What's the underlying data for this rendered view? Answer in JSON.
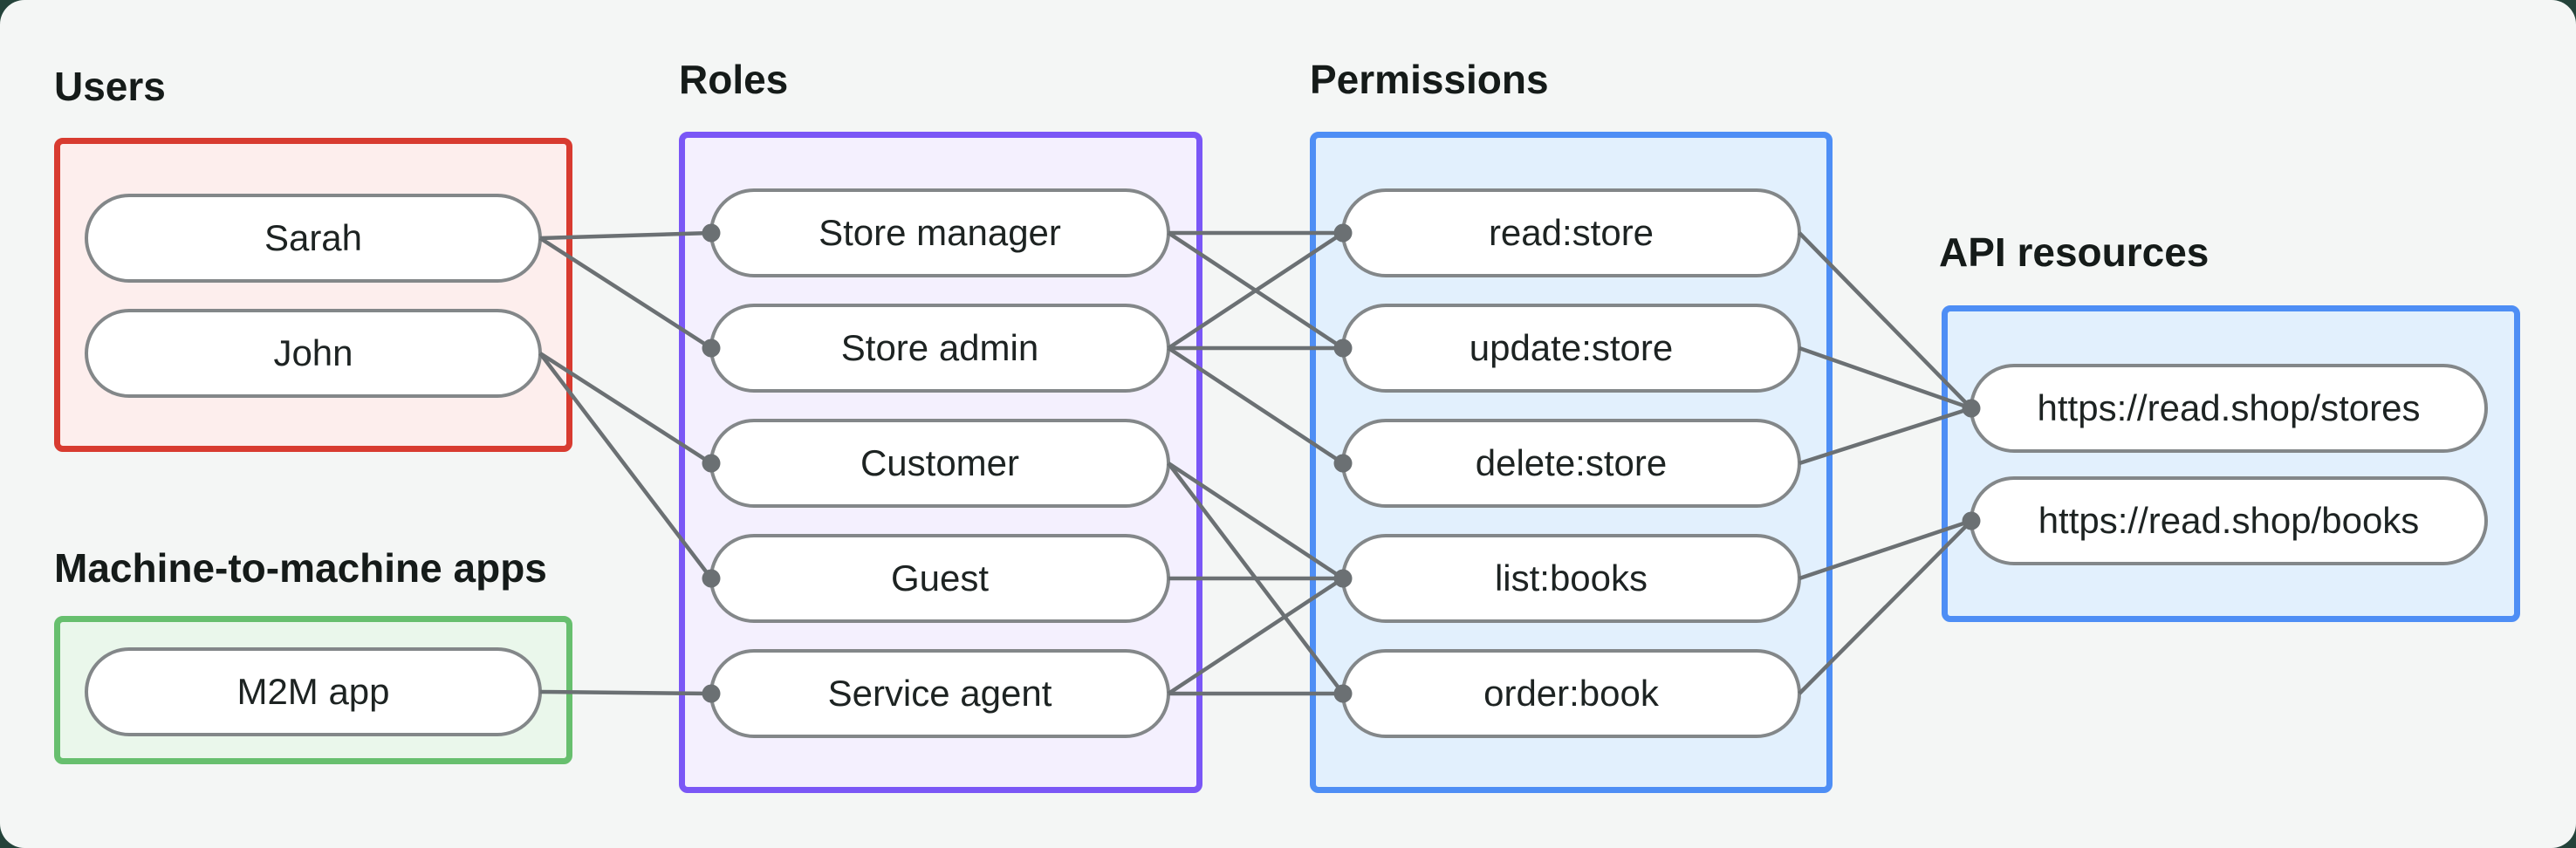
{
  "diagram": {
    "groups": [
      {
        "id": "users",
        "label": "Users",
        "border_color": "#d83b30",
        "fill_color": "#fdeeed"
      },
      {
        "id": "m2m_apps",
        "label": "Machine-to-machine apps",
        "border_color": "#67bf6e",
        "fill_color": "#eaf7eb"
      },
      {
        "id": "roles",
        "label": "Roles",
        "border_color": "#7a57f6",
        "fill_color": "#f4f0fe"
      },
      {
        "id": "permissions",
        "label": "Permissions",
        "border_color": "#4e8ef5",
        "fill_color": "#e2f0fd"
      },
      {
        "id": "api_resources",
        "label": "API resources",
        "border_color": "#4e8ef5",
        "fill_color": "#e2f0fd"
      }
    ],
    "nodes": [
      {
        "id": "sarah",
        "group": "users",
        "label": "Sarah"
      },
      {
        "id": "john",
        "group": "users",
        "label": "John"
      },
      {
        "id": "m2m_app",
        "group": "m2m_apps",
        "label": "M2M app"
      },
      {
        "id": "store_manager",
        "group": "roles",
        "label": "Store manager"
      },
      {
        "id": "store_admin",
        "group": "roles",
        "label": "Store admin"
      },
      {
        "id": "customer",
        "group": "roles",
        "label": "Customer"
      },
      {
        "id": "guest",
        "group": "roles",
        "label": "Guest"
      },
      {
        "id": "service_agent",
        "group": "roles",
        "label": "Service agent"
      },
      {
        "id": "read_store",
        "group": "permissions",
        "label": "read:store"
      },
      {
        "id": "update_store",
        "group": "permissions",
        "label": "update:store"
      },
      {
        "id": "delete_store",
        "group": "permissions",
        "label": "delete:store"
      },
      {
        "id": "list_books",
        "group": "permissions",
        "label": "list:books"
      },
      {
        "id": "order_book",
        "group": "permissions",
        "label": "order:book"
      },
      {
        "id": "stores_api",
        "group": "api_resources",
        "label": "https://read.shop/stores"
      },
      {
        "id": "books_api",
        "group": "api_resources",
        "label": "https://read.shop/books"
      }
    ],
    "edges": [
      {
        "from": "sarah",
        "to": "store_manager"
      },
      {
        "from": "sarah",
        "to": "store_admin"
      },
      {
        "from": "john",
        "to": "customer"
      },
      {
        "from": "john",
        "to": "guest"
      },
      {
        "from": "m2m_app",
        "to": "service_agent"
      },
      {
        "from": "store_manager",
        "to": "read_store"
      },
      {
        "from": "store_manager",
        "to": "update_store"
      },
      {
        "from": "store_admin",
        "to": "read_store"
      },
      {
        "from": "store_admin",
        "to": "update_store"
      },
      {
        "from": "store_admin",
        "to": "delete_store"
      },
      {
        "from": "customer",
        "to": "list_books"
      },
      {
        "from": "customer",
        "to": "order_book"
      },
      {
        "from": "guest",
        "to": "list_books"
      },
      {
        "from": "service_agent",
        "to": "list_books"
      },
      {
        "from": "service_agent",
        "to": "order_book"
      },
      {
        "from": "read_store",
        "to": "stores_api"
      },
      {
        "from": "update_store",
        "to": "stores_api"
      },
      {
        "from": "delete_store",
        "to": "stores_api"
      },
      {
        "from": "list_books",
        "to": "books_api"
      },
      {
        "from": "order_book",
        "to": "books_api"
      }
    ],
    "colors": {
      "canvas_background": "#f4f6f5",
      "outer_background": "#24433a",
      "edge_line": "#6b7073",
      "connector_dot": "#6b7073",
      "node_border": "#838789",
      "node_fill": "#ffffff",
      "label_text": "#151b19",
      "node_text": "#1d2322"
    }
  }
}
